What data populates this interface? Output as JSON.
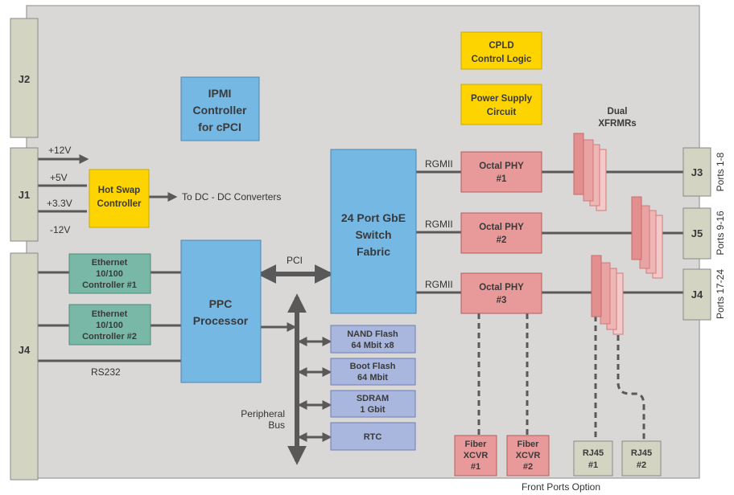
{
  "connectors": {
    "j2": "J2",
    "j1": "J1",
    "j4": "J4",
    "j3": "J3",
    "j5": "J5",
    "j4r": "J4"
  },
  "ports": {
    "p1": "Ports 1-8",
    "p2": "Ports 9-16",
    "p3": "Ports 17-24"
  },
  "blocks": {
    "ipmi": [
      "IPMI",
      "Controller",
      "for cPCI"
    ],
    "cpld": [
      "CPLD",
      "Control Logic"
    ],
    "power": [
      "Power Supply",
      "Circuit"
    ],
    "hotswap": [
      "Hot Swap",
      "Controller"
    ],
    "switch": [
      "24 Port GbE",
      "Switch",
      "Fabric"
    ],
    "ppc": [
      "PPC",
      "Processor"
    ],
    "eth1": [
      "Ethernet",
      "10/100",
      "Controller #1"
    ],
    "eth2": [
      "Ethernet",
      "10/100",
      "Controller #2"
    ],
    "phy1": [
      "Octal PHY",
      "#1"
    ],
    "phy2": [
      "Octal PHY",
      "#2"
    ],
    "phy3": [
      "Octal PHY",
      "#3"
    ],
    "nand": [
      "NAND Flash",
      "64 Mbit x8"
    ],
    "boot": [
      "Boot Flash",
      "64 Mbit"
    ],
    "sdram": [
      "SDRAM",
      "1 Gbit"
    ],
    "rtc": [
      "RTC"
    ],
    "fiber1": [
      "Fiber",
      "XCVR",
      "#1"
    ],
    "fiber2": [
      "Fiber",
      "XCVR",
      "#2"
    ],
    "rj1": [
      "RJ45",
      "#1"
    ],
    "rj2": [
      "RJ45",
      "#2"
    ],
    "xfrm": [
      "Dual",
      "XFRMRs"
    ]
  },
  "labels": {
    "v12": "+12V",
    "v5": "+5V",
    "v33": "+3.3V",
    "vn12": "-12V",
    "dcdc": "To DC - DC Converters",
    "rs232": "RS232",
    "pci": "PCI",
    "rgmii1": "RGMII",
    "rgmii2": "RGMII",
    "rgmii3": "RGMII",
    "periph": [
      "Peripheral",
      "Bus"
    ],
    "front": "Front Ports Option"
  },
  "colors": {
    "board": "#dad8d6",
    "blue": "#76b8e4",
    "yellow": "#fed400",
    "green": "#79b7a6",
    "red": "#e89a9a",
    "lavender": "#a9b6de",
    "connector": "#d4d4c3",
    "line": "#595959"
  }
}
